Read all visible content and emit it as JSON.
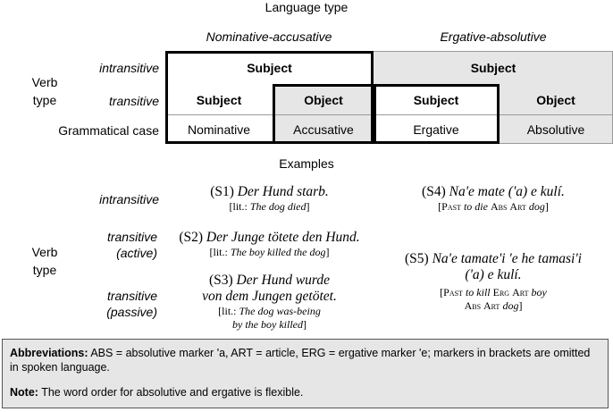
{
  "header": {
    "language_type": "Language type",
    "nominative_accusative": "Nominative-accusative",
    "ergative_absolutive": "Ergative-absolutive"
  },
  "rows": {
    "verb_type": "Verb type",
    "intransitive": "intransitive",
    "transitive": "transitive",
    "grammatical_case": "Grammatical case"
  },
  "cells": {
    "nom_subject_intransitive": "Subject",
    "erg_subject_intransitive": "Subject",
    "nom_subject_transitive": "Subject",
    "nom_object_transitive": "Object",
    "erg_subject_transitive": "Subject",
    "erg_object_transitive": "Object",
    "nominative": "Nominative",
    "accusative": "Accusative",
    "ergative": "Ergative",
    "absolutive": "Absolutive"
  },
  "examples": {
    "title": "Examples",
    "verb_type": "Verb type",
    "label_intransitive": "intransitive",
    "label_transitive_active": "transitive (active)",
    "label_transitive_passive": "transitive (passive)",
    "s1": {
      "num": "(S1)",
      "sentence": "Der Hund starb.",
      "lit_prefix": "[lit.:",
      "lit": "The dog died",
      "lit_suffix": "]"
    },
    "s2": {
      "num": "(S2)",
      "sentence": "Der Junge tötete den Hund.",
      "lit_prefix": "[lit.:",
      "lit": "The boy killed the dog",
      "lit_suffix": "]"
    },
    "s3": {
      "num": "(S3)",
      "sentence_line1": "Der Hund wurde",
      "sentence_line2": "von dem Jungen getötet.",
      "lit_prefix": "[lit.:",
      "lit_line1": "The dog was-being",
      "lit_line2": "by the boy killed",
      "lit_suffix": "]"
    },
    "s4": {
      "num": "(S4)",
      "sentence": "Na'e mate ('a) e kulí.",
      "gloss": {
        "open": "[",
        "past": "Past",
        "to_die": "to die",
        "abs": "Abs",
        "art": "Art",
        "dog": "dog",
        "close": "]"
      }
    },
    "s5": {
      "num": "(S5)",
      "sentence_line1": "Na'e tamate'i 'e he tamasi'i",
      "sentence_line2": "('a) e kulí.",
      "gloss": {
        "open": "[",
        "past": "Past",
        "to_kill": "to kill",
        "erg": "Erg",
        "art": "Art",
        "boy": "boy",
        "abs": "Abs",
        "art2": "Art",
        "dog": "dog",
        "close": "]"
      }
    }
  },
  "notes": {
    "abbreviations_label": "Abbreviations:",
    "abbreviations_text": "ABS = absolutive marker 'a, ART = article, ERG = ergative marker 'e; markers in brackets are omitted in spoken language.",
    "note_label": "Note:",
    "note_text": "The word order for absolutive and ergative is flexible."
  },
  "colors": {
    "gray_fill": "#e6e6e6",
    "border": "#000000",
    "thin_border": "#9a9a9a"
  }
}
